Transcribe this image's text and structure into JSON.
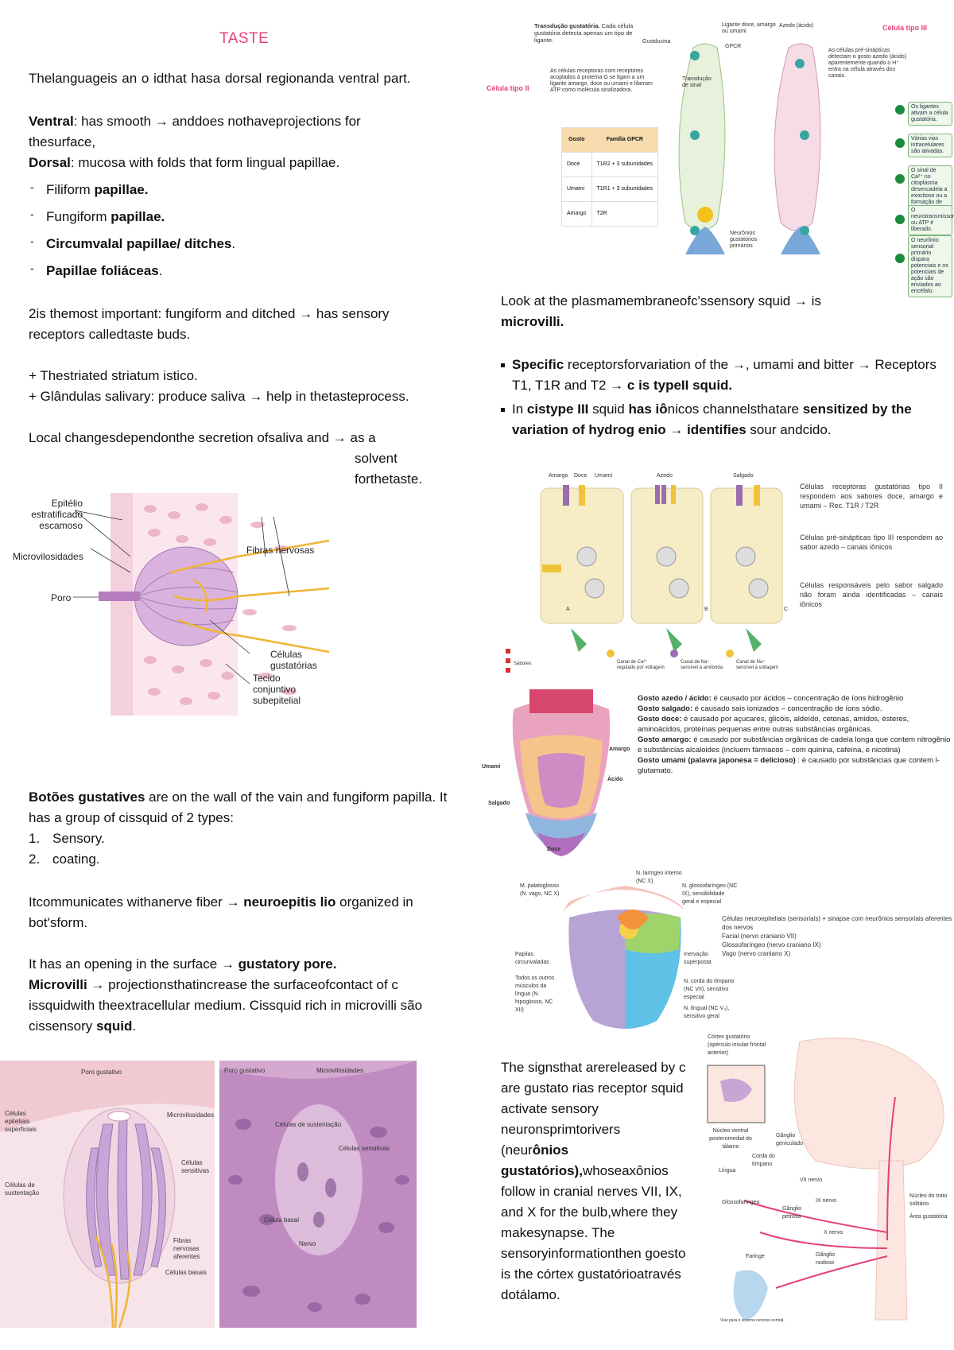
{
  "left": {
    "title": "TASTE",
    "intro": "Thelanguageis an      o idthat hasa dorsal regionanda ventral part.",
    "ventral_label": "Ventral",
    "ventral_text": ": has smooth  →  anddoes nothaveprojections for thesurface,",
    "dorsal_label": "Dorsal",
    "dorsal_text": ": mucosa with folds that form lingual papillae.",
    "papillae": [
      {
        "pre": "Filiform ",
        "bold": "papillae."
      },
      {
        "pre": "Fungiform ",
        "bold": "papillae."
      },
      {
        "pre": "",
        "bold": "Circumvalal papillae/ ditches",
        "post": "."
      },
      {
        "pre": "",
        "bold": "Papillae foliáceas",
        "post": "."
      }
    ],
    "important": "2is themost important: fungiform and ditched  →  has  sensory receptors calledtaste buds.",
    "striated": "+ Thestriated striatum istico.",
    "glands": "+ Glândulas salivary: produce saliva  → help in thetasteprocess.",
    "local_changes": "Local changesdependonthe secretion ofsaliva and  → as a",
    "solvent": "solvent",
    "forthetaste": "forthetaste.",
    "fig1_labels": {
      "epitelio": "Epitélio\nestratificado\nescamoso",
      "microvilosidades": "Microvilosidades",
      "poro": "Poro",
      "fibras": "Fibras nervosas",
      "celulas": "Células\ngustatórias",
      "tecido": "Tecido\nconjuntivo\nsubepitelial"
    },
    "botoes_label": "Botões gustatives",
    "botoes_text": " are on the wall of the vain and fungiform papilla. It has a group of cissquid of 2 types:",
    "types": [
      "Sensory.",
      "coating."
    ],
    "communicates_pre": "Itcommunicates withanerve fiber  →  ",
    "communicates_bold": "neuroepitis lio",
    "communicates_post": "  organized in bot'sform.",
    "opening_pre": "It has an opening in the surface  →  ",
    "opening_bold": "gustatory pore.",
    "microvilli_label": "Microvilli",
    "microvilli_text": "  →  projectionsthatincrease the surfaceofcontact of c issquidwith theextracellular medium. Cissquid rich in microvilli são cissensory ",
    "microvilli_end": "squid",
    "fig3_labels": [
      "Poro gustativo",
      "Células epiteliais superficiais",
      "Microvilosidades",
      "Células sensitivas",
      "Células de sustentação",
      "Fibras nervosas aferentes",
      "Células basais"
    ],
    "fig4_labels": [
      "Poro gustativo",
      "Microvilosidades",
      "Células de sustentação",
      "Células sensitivas",
      "Célula basal",
      "Nervo"
    ]
  },
  "right": {
    "fig_top": {
      "title_bold": "Transdução gustatória.",
      "title_rest": " Cada célula gustatória detecta apenas um tipo de ligante.",
      "tipo3": "Célula tipo III",
      "tipo2": "Célula tipo II",
      "ligante": "Ligante doce, amargo ou umami",
      "azedo": "Azedo (ácido)",
      "gustducina": "Gustducina",
      "gpcr": "GPCR",
      "receptoras": "As células receptoras com receptores acoplados à proteína G se ligam a um ligante amargo, doce ou umami e liberam ATP como molécula sinalizadora.",
      "presinapticas": "As células pré-sinápticas detectam o gosto azedo (ácido) aparentemente quando o H⁺ entra na célula através dos canais.",
      "table_head": [
        "Gosto",
        "Família GPCR"
      ],
      "table_rows": [
        [
          "Doce",
          "T1R2 + 3 subunidades"
        ],
        [
          "Umami",
          "T1R1 + 3 subunidades"
        ],
        [
          "Amargo",
          "T2R"
        ]
      ],
      "transducao": "Transdução de sinal",
      "neuronios": "Neurônios gustatórios primários",
      "steps": [
        "Os ligantes ativam a célula gustatória.",
        "Várias vias intracelulares são ativadas.",
        "O sinal de Ca²⁺ no citoplasma desencadeia a exocitose ou a formação de ATP.",
        "O neurotransmissor ou ATP é liberado.",
        "O neurônio sensorial primário dispara potenciais e os potenciais de ação são enviados ao encéfalo."
      ]
    },
    "look_pre": "Look at the plasmamembraneofc'ssensory  squid  →  is ",
    "look_bold": "microvilli.",
    "bullet1_bold": "Specific",
    "bullet1_text": " receptorsforvariation of the   →, umami   and  bitter → Receptors T1, T1R and T2  →  ",
    "bullet1_end": "c is typeII squid.",
    "bullet2_pre": "In ",
    "bullet2_bold1": "cistype III",
    "bullet2_mid": "  squid    ",
    "bullet2_bold2": "has iô",
    "bullet2_mid2": "nicos channelsthatare ",
    "bullet2_bold3": "sensitized by the variation of hydrog enio  → identifies",
    "bullet2_end": "  sour   andcido.",
    "fig_cells": {
      "top_labels": [
        "Amargo",
        "Doce",
        "Umami",
        "Azedo",
        "Salgado"
      ],
      "side": [
        "Células receptoras gustatórias tipo II respondem aos sabores doce, amargo e umami – Rec. T1R / T2R",
        "Células pré-sinápticas tipo III respondem ao sabor azedo – canais iônicos",
        "Células responsáveis pelo sabor salgado não foram ainda identificadas – canais iônicos"
      ],
      "letters": [
        "A",
        "B",
        "C"
      ],
      "legend": [
        "Sabores",
        "Canal de Ca²⁺ regulado por voltagem",
        "Canal de Na⁺ sensível à amilorida",
        "Canal de Na⁺ sensível à voltagem"
      ]
    },
    "fig_tongue": {
      "labels": [
        "Amargo",
        "Umami",
        "Ácido",
        "Salgado",
        "Doce"
      ],
      "descriptions": [
        {
          "bold": "Gosto azedo / ácido:",
          "text": " é causado por ácidos – concentração de íons hidrogênio"
        },
        {
          "bold": "Gosto salgado:",
          "text": " é causado sais ionizados – concentração de íons sódio."
        },
        {
          "bold": "Gosto doce:",
          "text": " é causado por açucares, glicóis, aldeído, cetonas, amidos, ésteres, aminoácidos, proteínas pequenas entre outras substâncias orgânicas."
        },
        {
          "bold": "Gosto amargo:",
          "text": " é causado por substâncias orgânicas de cadeia longa que contem nitrogênio e substâncias alcaloides (incluem fármacos – com quinina, cafeína, e nicotina)"
        },
        {
          "bold": "Gosto umami (palavra japonesa = delicioso)",
          "text": " : é causado por substâncias que contem l-glutamato."
        }
      ]
    },
    "fig_nerves": {
      "labels": [
        "N. laríngeo interno (NC X)",
        "M. palatoglosso (N. vago, NC X)",
        "N. glossofaríngeo (NC IX), sensibilidade geral e especial",
        "Papilas circunvaladas",
        "Inervação superposta",
        "Todos os outros músculos da língua (N. hipoglosso, NC XII)",
        "N. corda do tímpano (NC VII), sensitivo especial",
        "N. lingual (NC V₃), sensitivo geral"
      ],
      "note": "Células neuroepiteliais (sensoriais) + sinapse com neurônios sensoriais aferentes dos nervos\nFacial (nervo craniano VII)\nGlossofaríngeo (nervo craniano IX)\nVago (nervo craniano X)"
    },
    "signs": "The signsthat arereleased by c are gustato rias receptor squid activate sensory neuronsprimtorivers (neur",
    "signs_bold": "ônios gustatórios),",
    "signs_rest": "whoseaxônios follow in cranial nerves VII, IX, and X for the bulb,where they makesynapse. The sensoryinformationthen goesto is the  córtex gustatórioatravés dotálamo.",
    "fig_brain": {
      "labels": [
        "Córtex gustatório (opérculo insular frontal anterior)",
        "Núcleo ventral posteromedial do tálamo",
        "Gânglio geniculado",
        "Corda do tímpano",
        "Língua",
        "VII nervo",
        "Glossofaríngeo",
        "IX nervo",
        "Gânglio petroso",
        "Núcleo do trato solitário",
        "Área gustatória",
        "X nervo",
        "Faringe",
        "Gânglio nodoso"
      ],
      "footer": "Vias para o sistema nervoso central."
    }
  },
  "colors": {
    "title": "#e8417a",
    "pink": "#f4c2d6",
    "yellow": "#f3c44a",
    "purple": "#b08cc8"
  }
}
